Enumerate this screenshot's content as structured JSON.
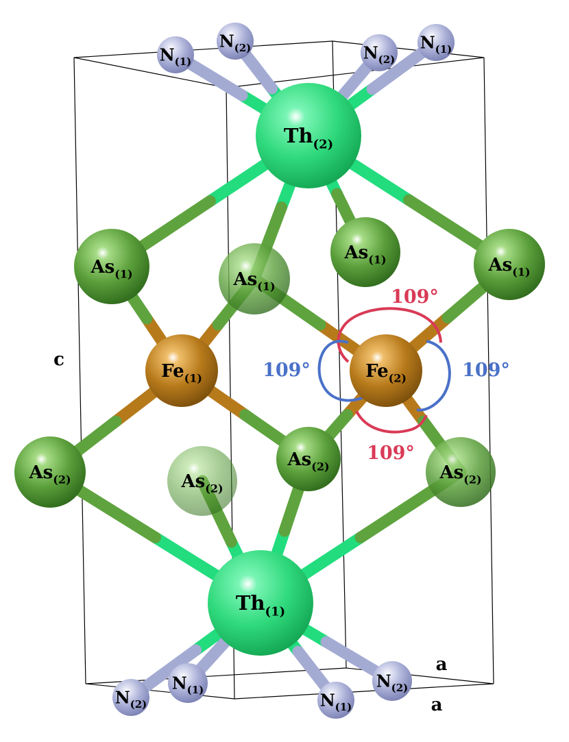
{
  "colors": {
    "th_light": "#7af5b5",
    "th_base": "#2fd97c",
    "th_dark": "#13a552",
    "fe_light": "#f0be6a",
    "fe_base": "#b77a1b",
    "fe_dark": "#7a4e0c",
    "as_light": "#a5db85",
    "as_base": "#5b9f3b",
    "as_dark": "#2f6a1c",
    "n_light": "#e6e8f6",
    "n_base": "#a8aed6",
    "n_dark": "#7a80b2",
    "bond_th": "#22dc7e",
    "bond_as": "#5fa33e",
    "bond_fe": "#b77a1b",
    "bond_n": "#a4abd3",
    "angle_red": "#d93a56",
    "angle_blue": "#4a71c8",
    "frame": "#000000"
  },
  "axes": {
    "c_label": "c",
    "a_label_1": "a",
    "a_label_2": "a"
  },
  "atoms": [
    {
      "id": "N_tl1",
      "el": "N",
      "sub": "(1)"
    },
    {
      "id": "N_tl2",
      "el": "N",
      "sub": "(2)"
    },
    {
      "id": "N_tr2",
      "el": "N",
      "sub": "(2)"
    },
    {
      "id": "N_tr1",
      "el": "N",
      "sub": "(1)"
    },
    {
      "id": "Th2",
      "el": "Th",
      "sub": "(2)"
    },
    {
      "id": "As1_left",
      "el": "As",
      "sub": "(1)"
    },
    {
      "id": "As1_mid",
      "el": "As",
      "sub": "(1)"
    },
    {
      "id": "As1_back",
      "el": "As",
      "sub": "(1)"
    },
    {
      "id": "As1_right",
      "el": "As",
      "sub": "(1)"
    },
    {
      "id": "Fe1",
      "el": "Fe",
      "sub": "(1)"
    },
    {
      "id": "Fe2",
      "el": "Fe",
      "sub": "(2)"
    },
    {
      "id": "As2_left",
      "el": "As",
      "sub": "(2)"
    },
    {
      "id": "As2_back",
      "el": "As",
      "sub": "(2)"
    },
    {
      "id": "As2_mid",
      "el": "As",
      "sub": "(2)"
    },
    {
      "id": "As2_right",
      "el": "As",
      "sub": "(2)"
    },
    {
      "id": "Th1",
      "el": "Th",
      "sub": "(1)"
    },
    {
      "id": "N_bl2",
      "el": "N",
      "sub": "(2)"
    },
    {
      "id": "N_bl1",
      "el": "N",
      "sub": "(1)"
    },
    {
      "id": "N_bm1",
      "el": "N",
      "sub": "(1)"
    },
    {
      "id": "N_br2",
      "el": "N",
      "sub": "(2)"
    }
  ],
  "angles": [
    {
      "id": "top",
      "label": "109°"
    },
    {
      "id": "left",
      "label": "109°"
    },
    {
      "id": "right",
      "label": "109°"
    },
    {
      "id": "bottom",
      "label": "109°"
    }
  ]
}
